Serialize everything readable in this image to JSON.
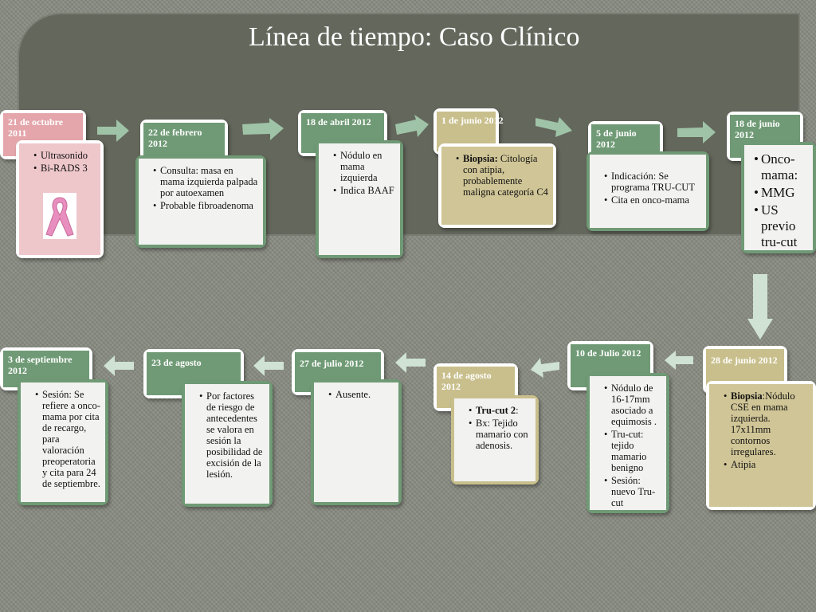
{
  "title": "Línea de tiempo: Caso Clínico",
  "events": [
    {
      "date": "21 de octubre 2011",
      "items": [
        "Ultrasonido",
        "Bi-RADS 3"
      ]
    },
    {
      "date": "22 de febrero 2012",
      "items": [
        "Consulta: masa en mama izquierda palpada por autoexamen",
        "Probable fibroadenoma"
      ]
    },
    {
      "date": "18 de abril 2012",
      "items": [
        "Nódulo en mama izquierda",
        "Indica BAAF"
      ]
    },
    {
      "date": "1 de junio 2012",
      "items": [
        {
          "bold": "Biopsia:",
          "text": " Citología con atipia, probablemente maligna categoría C4"
        }
      ]
    },
    {
      "date": "5 de junio 2012",
      "items": [
        "Indicación: Se programa TRU-CUT",
        "Cita en onco-mama"
      ]
    },
    {
      "date": "18 de junio 2012",
      "items": [
        "Onco-mama:",
        "MMG",
        "US previo tru-cut"
      ]
    },
    {
      "date": "28 de junio 2012",
      "items": [
        {
          "bold": "Biopsia",
          "text": ":Nódulo CSE en mama izquierda. 17x11mm contornos irregulares."
        },
        "Atipia"
      ]
    },
    {
      "date": "10 de Julio 2012",
      "items": [
        "Nódulo de 16-17mm asociado a equimosis .",
        "Tru-cut: tejido mamario benigno",
        "Sesión: nuevo Tru-cut"
      ]
    },
    {
      "date": "14 de agosto 2012",
      "items": [
        {
          "bold": "Tru-cut 2",
          "text": ":"
        },
        "Bx: Tejido mamario con adenosis."
      ]
    },
    {
      "date": "27 de julio 2012",
      "items": [
        "Ausente."
      ]
    },
    {
      "date": "23 de agosto",
      "items": [
        "Por factores de riesgo de antecedentes se valora en sesión la posibilidad de excisión de la lesión."
      ]
    },
    {
      "date": "3 de septiembre 2012",
      "items": [
        "Sesión: Se refiere a onco-mama por cita de recargo, para valoración preoperatoria y cita para 24 de septiembre."
      ]
    }
  ],
  "colors": {
    "banner": "#64675c",
    "header_green": "#6f9a75",
    "header_pink": "#e4a6ab",
    "header_tan": "#c9bf8c",
    "arrow_top": "#9fc3a7",
    "arrow_bottom": "#cfe2d3",
    "ribbon": "#e98fbf"
  },
  "icons": {
    "ribbon": "pink-ribbon-icon"
  }
}
